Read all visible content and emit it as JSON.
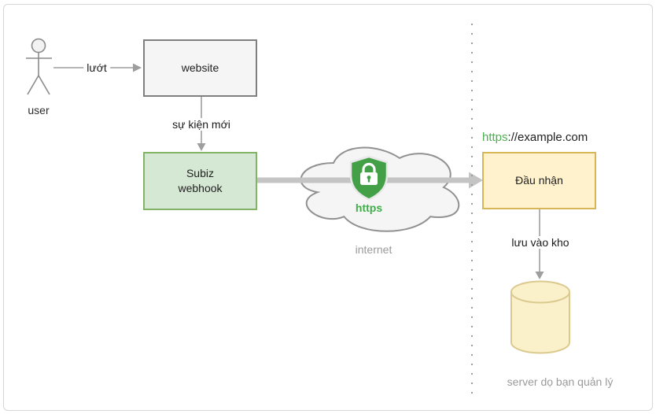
{
  "diagram": {
    "nodes": {
      "user": {
        "label": "user"
      },
      "website": {
        "label": "website"
      },
      "subiz_webhook": {
        "label": "Subiz\nwebhook"
      },
      "receiver": {
        "label": "Đầu nhận",
        "url_scheme": "https",
        "url_rest": "://example.com"
      },
      "database": {
        "caption": "server dọ bạn quản lý"
      }
    },
    "edges": {
      "user_to_website": {
        "label": "lướt"
      },
      "website_to_webhook": {
        "label": "sự kiện mới"
      },
      "webhook_to_receiver": {
        "label": ""
      },
      "receiver_to_database": {
        "label": "lưu vào kho"
      }
    },
    "cloud": {
      "label": "internet",
      "protocol_label": "https"
    },
    "colors": {
      "green_node_fill": "#d5e8d4",
      "green_node_border": "#82b366",
      "yellow_node_fill": "#fff2cc",
      "yellow_node_border": "#d6b656",
      "gray_node_fill": "#f5f5f5",
      "gray_node_border": "#7f7f7f",
      "cylinder_fill": "#faf0c9",
      "cylinder_border": "#dbc98f",
      "shield_green": "#43a047",
      "https_text_green": "#4caf50",
      "arrow_gray": "#9e9e9e",
      "thick_arrow_gray": "#c4c4c4",
      "muted_text": "#9a9a9a"
    }
  }
}
